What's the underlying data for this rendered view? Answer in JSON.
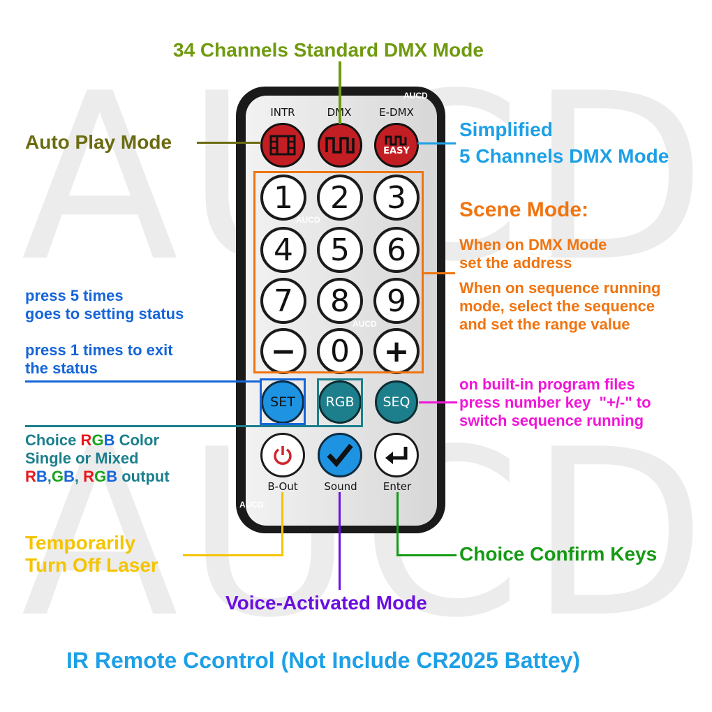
{
  "watermark": "AUCD",
  "title_top": "34 Channels Standard DMX Mode",
  "bottom_caption": "IR Remote Ccontrol (Not Include CR2025 Battey)",
  "remote": {
    "top_labels": [
      "INTR",
      "DMX",
      "E-DMX"
    ],
    "easy_label": "EASY",
    "numbers": [
      "1",
      "2",
      "3",
      "4",
      "5",
      "6",
      "7",
      "8",
      "9",
      "0"
    ],
    "minus": "−",
    "plus": "+",
    "set": "SET",
    "rgb": "RGB",
    "seq": "SEQ",
    "bottom_labels": [
      "B-Out",
      "Sound",
      "Enter"
    ],
    "small_mark": "AUCD",
    "icons": [
      "film-icon",
      "square-wave-icon",
      "square-wave-easy-icon",
      "power-icon",
      "checkmark-icon",
      "enter-arrow-icon"
    ]
  },
  "annotations": {
    "auto_play": "Auto Play Mode",
    "simplified_1": "Simplified",
    "simplified_2": "5 Channels DMX Mode",
    "scene_title": "Scene Mode:",
    "scene_1a": "When on DMX Mode",
    "scene_1b": "set the address",
    "scene_2a": "When on sequence running",
    "scene_2b": "mode, select the sequence",
    "scene_2c": "and set the range value",
    "set_1a": "press 5 times",
    "set_1b": "goes to setting status",
    "set_2a": "press 1 times to exit",
    "set_2b": "the status",
    "rgb_1": "Choice RGB Color",
    "rgb_2": "Single or Mixed",
    "rgb_3": "RB,GB, RGB output",
    "seq_1": "on built-in program files",
    "seq_2": "press number key  \"+/-\" to",
    "seq_3": "switch sequence running",
    "temp_1": "Temporarily",
    "temp_2": "Turn Off Laser",
    "confirm": "Choice Confirm Keys",
    "voice": "Voice-Activated Mode"
  },
  "colors": {
    "olive": "#6f9a0e",
    "dark_olive": "#6b6b12",
    "sky": "#1ea0e6",
    "orange": "#f07410",
    "blue": "#1565d8",
    "teal": "#1b7f8c",
    "magenta": "#f015d8",
    "yellow": "#f5c400",
    "green": "#159a14",
    "purple": "#6a0fe0",
    "red": "#e8161b",
    "rgb_green": "#17a51a",
    "rgb_blue": "#1565d8"
  }
}
